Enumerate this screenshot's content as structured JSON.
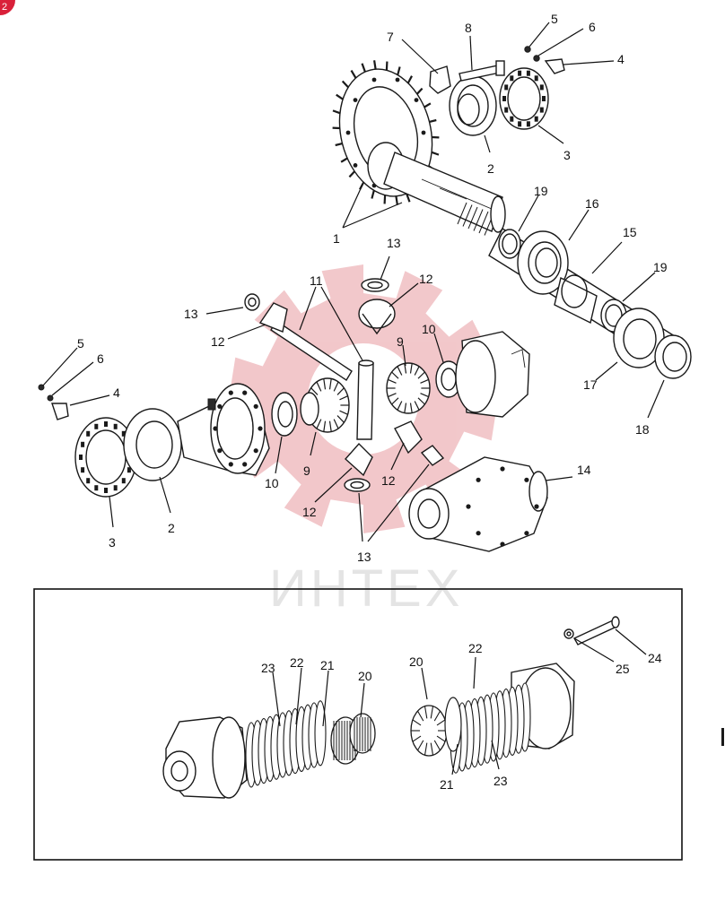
{
  "badge": {
    "text": "2",
    "color": "#d9213a"
  },
  "watermark": {
    "text": "ИНТЕХ",
    "gear_color": "#e89aa0"
  },
  "main_callouts": [
    {
      "id": "c1",
      "text": "1"
    },
    {
      "id": "c2a",
      "text": "2"
    },
    {
      "id": "c2b",
      "text": "2"
    },
    {
      "id": "c3a",
      "text": "3"
    },
    {
      "id": "c3b",
      "text": "3"
    },
    {
      "id": "c4a",
      "text": "4"
    },
    {
      "id": "c4b",
      "text": "4"
    },
    {
      "id": "c5a",
      "text": "5"
    },
    {
      "id": "c5b",
      "text": "5"
    },
    {
      "id": "c6a",
      "text": "6"
    },
    {
      "id": "c6b",
      "text": "6"
    },
    {
      "id": "c7",
      "text": "7"
    },
    {
      "id": "c8",
      "text": "8"
    },
    {
      "id": "c9a",
      "text": "9"
    },
    {
      "id": "c9b",
      "text": "9"
    },
    {
      "id": "c10a",
      "text": "10"
    },
    {
      "id": "c10b",
      "text": "10"
    },
    {
      "id": "c11",
      "text": "11"
    },
    {
      "id": "c12a",
      "text": "12"
    },
    {
      "id": "c12b",
      "text": "12"
    },
    {
      "id": "c12c",
      "text": "12"
    },
    {
      "id": "c12d",
      "text": "12"
    },
    {
      "id": "c13a",
      "text": "13"
    },
    {
      "id": "c13b",
      "text": "13"
    },
    {
      "id": "c13c",
      "text": "13"
    },
    {
      "id": "c14",
      "text": "14"
    },
    {
      "id": "c15",
      "text": "15"
    },
    {
      "id": "c16",
      "text": "16"
    },
    {
      "id": "c17",
      "text": "17"
    },
    {
      "id": "c18",
      "text": "18"
    },
    {
      "id": "c19a",
      "text": "19"
    },
    {
      "id": "c19b",
      "text": "19"
    }
  ],
  "inset_callouts": [
    {
      "id": "i20a",
      "text": "20"
    },
    {
      "id": "i20b",
      "text": "20"
    },
    {
      "id": "i21a",
      "text": "21"
    },
    {
      "id": "i21b",
      "text": "21"
    },
    {
      "id": "i22a",
      "text": "22"
    },
    {
      "id": "i22b",
      "text": "22"
    },
    {
      "id": "i23a",
      "text": "23"
    },
    {
      "id": "i23b",
      "text": "23"
    },
    {
      "id": "i24",
      "text": "24"
    },
    {
      "id": "i25",
      "text": "25"
    }
  ]
}
